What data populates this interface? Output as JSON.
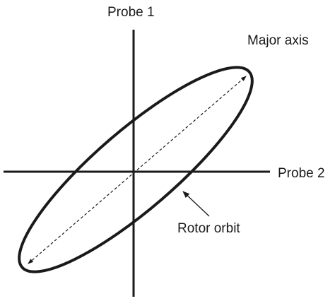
{
  "labels": {
    "vertical_axis": "Probe 1",
    "horizontal_axis": "Probe 2",
    "major_axis": "Major axis",
    "orbit": "Rotor orbit"
  },
  "colors": {
    "ink": "#1a1a1a",
    "background": "#ffffff"
  }
}
